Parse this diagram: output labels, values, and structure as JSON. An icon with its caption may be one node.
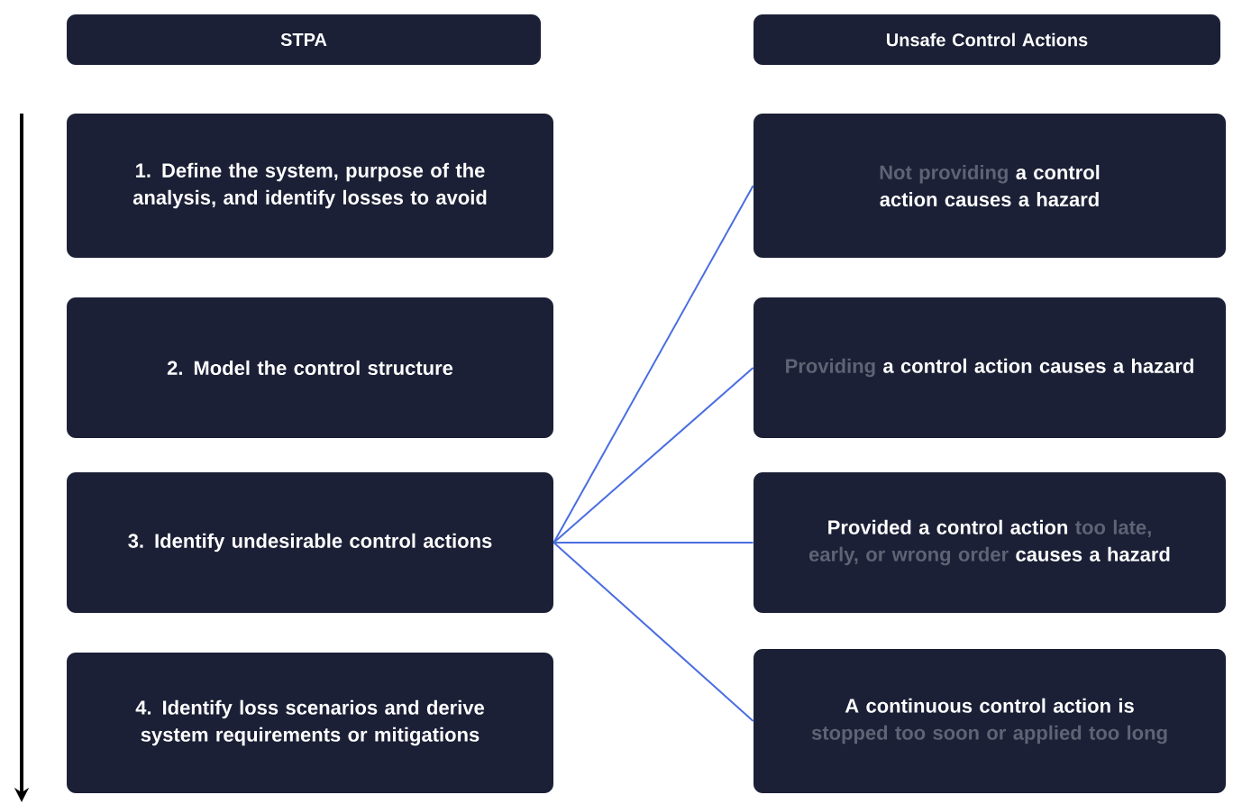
{
  "diagram": {
    "nodes": [
      {
        "text": [
          "STPA"
        ]
      },
      {
        "text": [
          "Unsafe Control Actions"
        ]
      },
      {
        "text": [
          "1. Define the system, purpose of the analysis, and identify losses to avoid"
        ]
      },
      {
        "text": [
          "2. Model the control structure"
        ]
      },
      {
        "text": [
          "3. Identify undesirable control actions"
        ]
      },
      {
        "text": [
          "4. Identify loss scenarios and derive system requirements or mitigations"
        ]
      },
      {
        "text": [
          "Not providing",
          "a control action causes a hazard"
        ]
      },
      {
        "text": [
          "Providing",
          "a control action causes a hazard"
        ]
      },
      {
        "text": [
          "Provided a control action",
          "too late, early, or wrong order",
          "causes a hazard"
        ]
      },
      {
        "text": [
          "A continuous control action is",
          "stopped too soon or applied too long"
        ]
      }
    ],
    "edges": [
      {
        "from": 4,
        "to": 6,
        "arrow": "none"
      },
      {
        "from": 4,
        "to": 7,
        "arrow": "none"
      },
      {
        "from": 4,
        "to": 8,
        "arrow": "none"
      },
      {
        "from": 4,
        "to": 9,
        "arrow": "none"
      }
    ]
  }
}
